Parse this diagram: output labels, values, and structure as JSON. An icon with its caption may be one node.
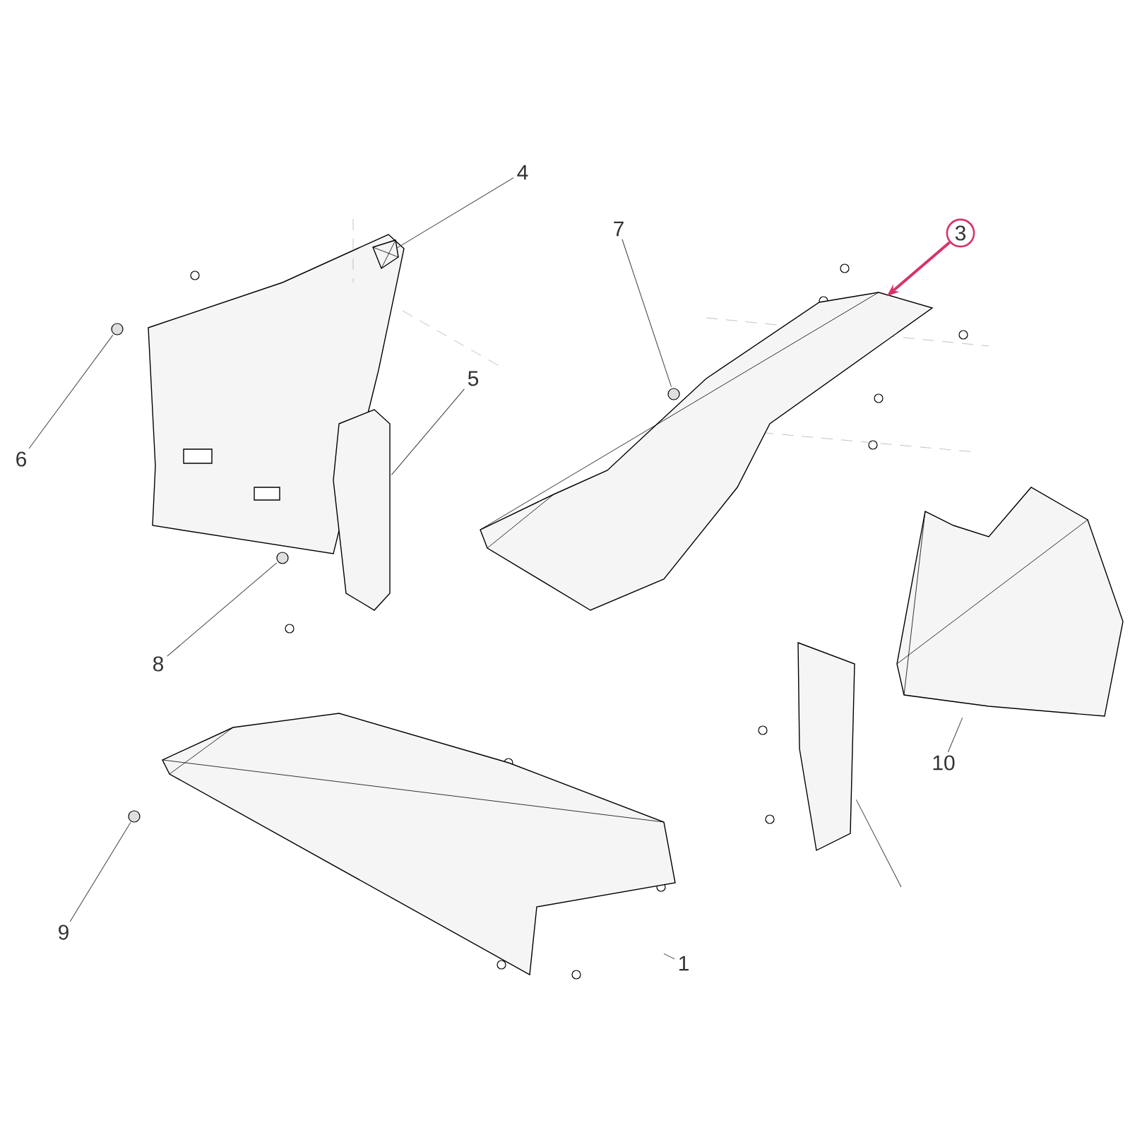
{
  "diagram": {
    "nodes": [
      {
        "text": [
          "4"
        ]
      },
      {
        "text": [
          "7"
        ]
      },
      {
        "text": [
          "3"
        ]
      },
      {
        "text": [
          "5"
        ]
      },
      {
        "text": [
          "6"
        ]
      },
      {
        "text": [
          "8"
        ]
      },
      {
        "text": [
          "10"
        ]
      },
      {
        "text": [
          "9"
        ]
      },
      {
        "text": [
          "1"
        ]
      },
      {
        "text": [],
        "shape": "picture"
      },
      {
        "text": [],
        "shape": "circle"
      },
      {
        "text": [],
        "shape": "picture"
      },
      {
        "text": [],
        "shape": "bar"
      },
      {
        "text": [],
        "shape": "circle"
      },
      {
        "text": [],
        "shape": "circle"
      },
      {
        "text": [],
        "shape": "picture"
      },
      {
        "text": [],
        "shape": "circle"
      },
      {
        "text": [],
        "shape": "picture"
      },
      {
        "text": [],
        "shape": "bar"
      }
    ],
    "edges": [
      {
        "from": 0,
        "to": 9,
        "arrow": "none"
      },
      {
        "from": 1,
        "to": 10,
        "arrow": "none"
      },
      {
        "from": 2,
        "to": 11,
        "arrow": "to",
        "style": "thick",
        "color": "#d6336c"
      },
      {
        "from": 3,
        "to": 12,
        "arrow": "none"
      },
      {
        "from": 4,
        "to": 13,
        "arrow": "none"
      },
      {
        "from": 5,
        "to": 14,
        "arrow": "none"
      },
      {
        "from": 6,
        "to": 15,
        "arrow": "none"
      },
      {
        "from": 7,
        "to": 16,
        "arrow": "none"
      },
      {
        "from": 8,
        "to": 17,
        "arrow": "none"
      },
      {
        "from": 18,
        "to": null,
        "arrow": "none"
      }
    ]
  }
}
